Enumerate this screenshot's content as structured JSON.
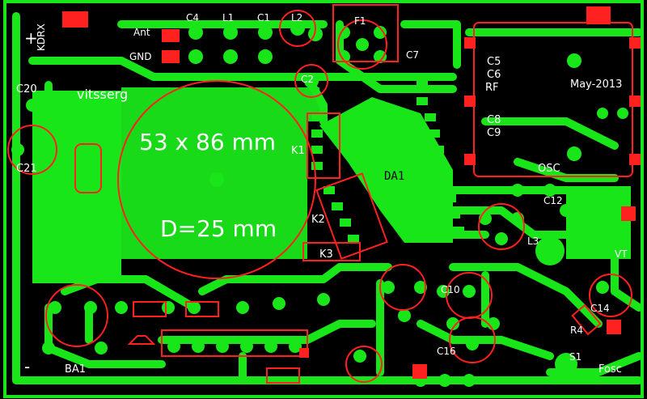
{
  "board": {
    "colors": {
      "background": "#000000",
      "copper": "#19e619",
      "silkscreen": "#ff2020",
      "text": "#ffffff"
    },
    "labels": {
      "kdrx": "KDRX",
      "c20": "C20",
      "c21": "C21",
      "vitsserg": "vitsserg",
      "ant": "Ant",
      "gnd": "GND",
      "c4": "C4",
      "l1": "L1",
      "c1": "C1",
      "l2": "L2",
      "c2": "C2",
      "f1": "F1",
      "c7": "C7",
      "c5": "C5",
      "c6": "C6",
      "rf": "RF",
      "may2013": "May-2013",
      "c8": "C8",
      "c9": "C9",
      "osc": "OSC",
      "k1": "K1",
      "da1": "DA1",
      "k2": "K2",
      "k3": "K3",
      "size": "53 x 86 mm",
      "diameter": "D=25 mm",
      "l3": "L3",
      "c12": "C12",
      "vt": "VT",
      "c14": "C14",
      "r4": "R4",
      "c16": "C16",
      "c10": "C10",
      "ba1": "BA1",
      "fosc": "Fosc",
      "s1": "S1",
      "plus": "+",
      "minus": "-"
    }
  }
}
